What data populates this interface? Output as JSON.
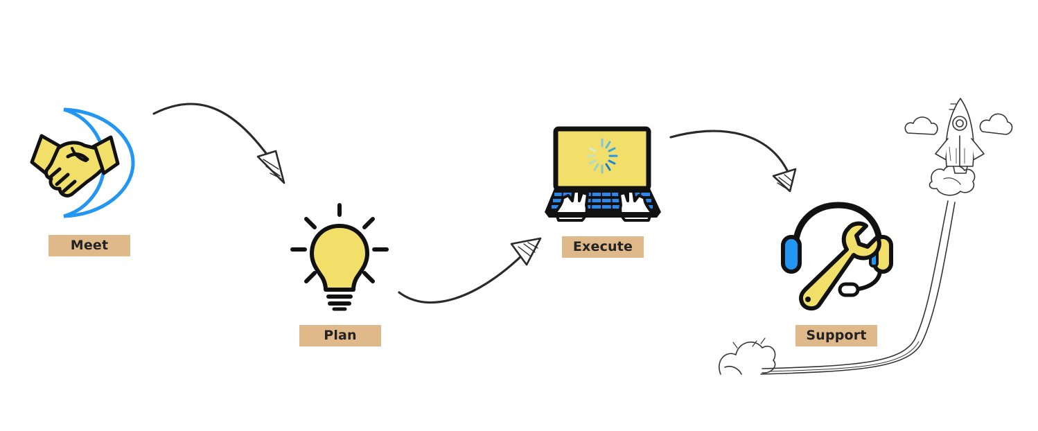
{
  "steps": [
    {
      "id": "meet",
      "label": "Meet",
      "icon": "handshake-icon"
    },
    {
      "id": "plan",
      "label": "Plan",
      "icon": "lightbulb-icon"
    },
    {
      "id": "execute",
      "label": "Execute",
      "icon": "laptop-loading-icon"
    },
    {
      "id": "support",
      "label": "Support",
      "icon": "headset-wrench-icon"
    }
  ],
  "decorations": {
    "rocket": "rocket-launch-icon",
    "arrows": "hand-drawn-arrow-icon"
  },
  "colors": {
    "label_bg": "#e0b98a",
    "icon_fill": "#f1df6a",
    "accent_blue": "#2196f3",
    "outline": "#111111"
  }
}
